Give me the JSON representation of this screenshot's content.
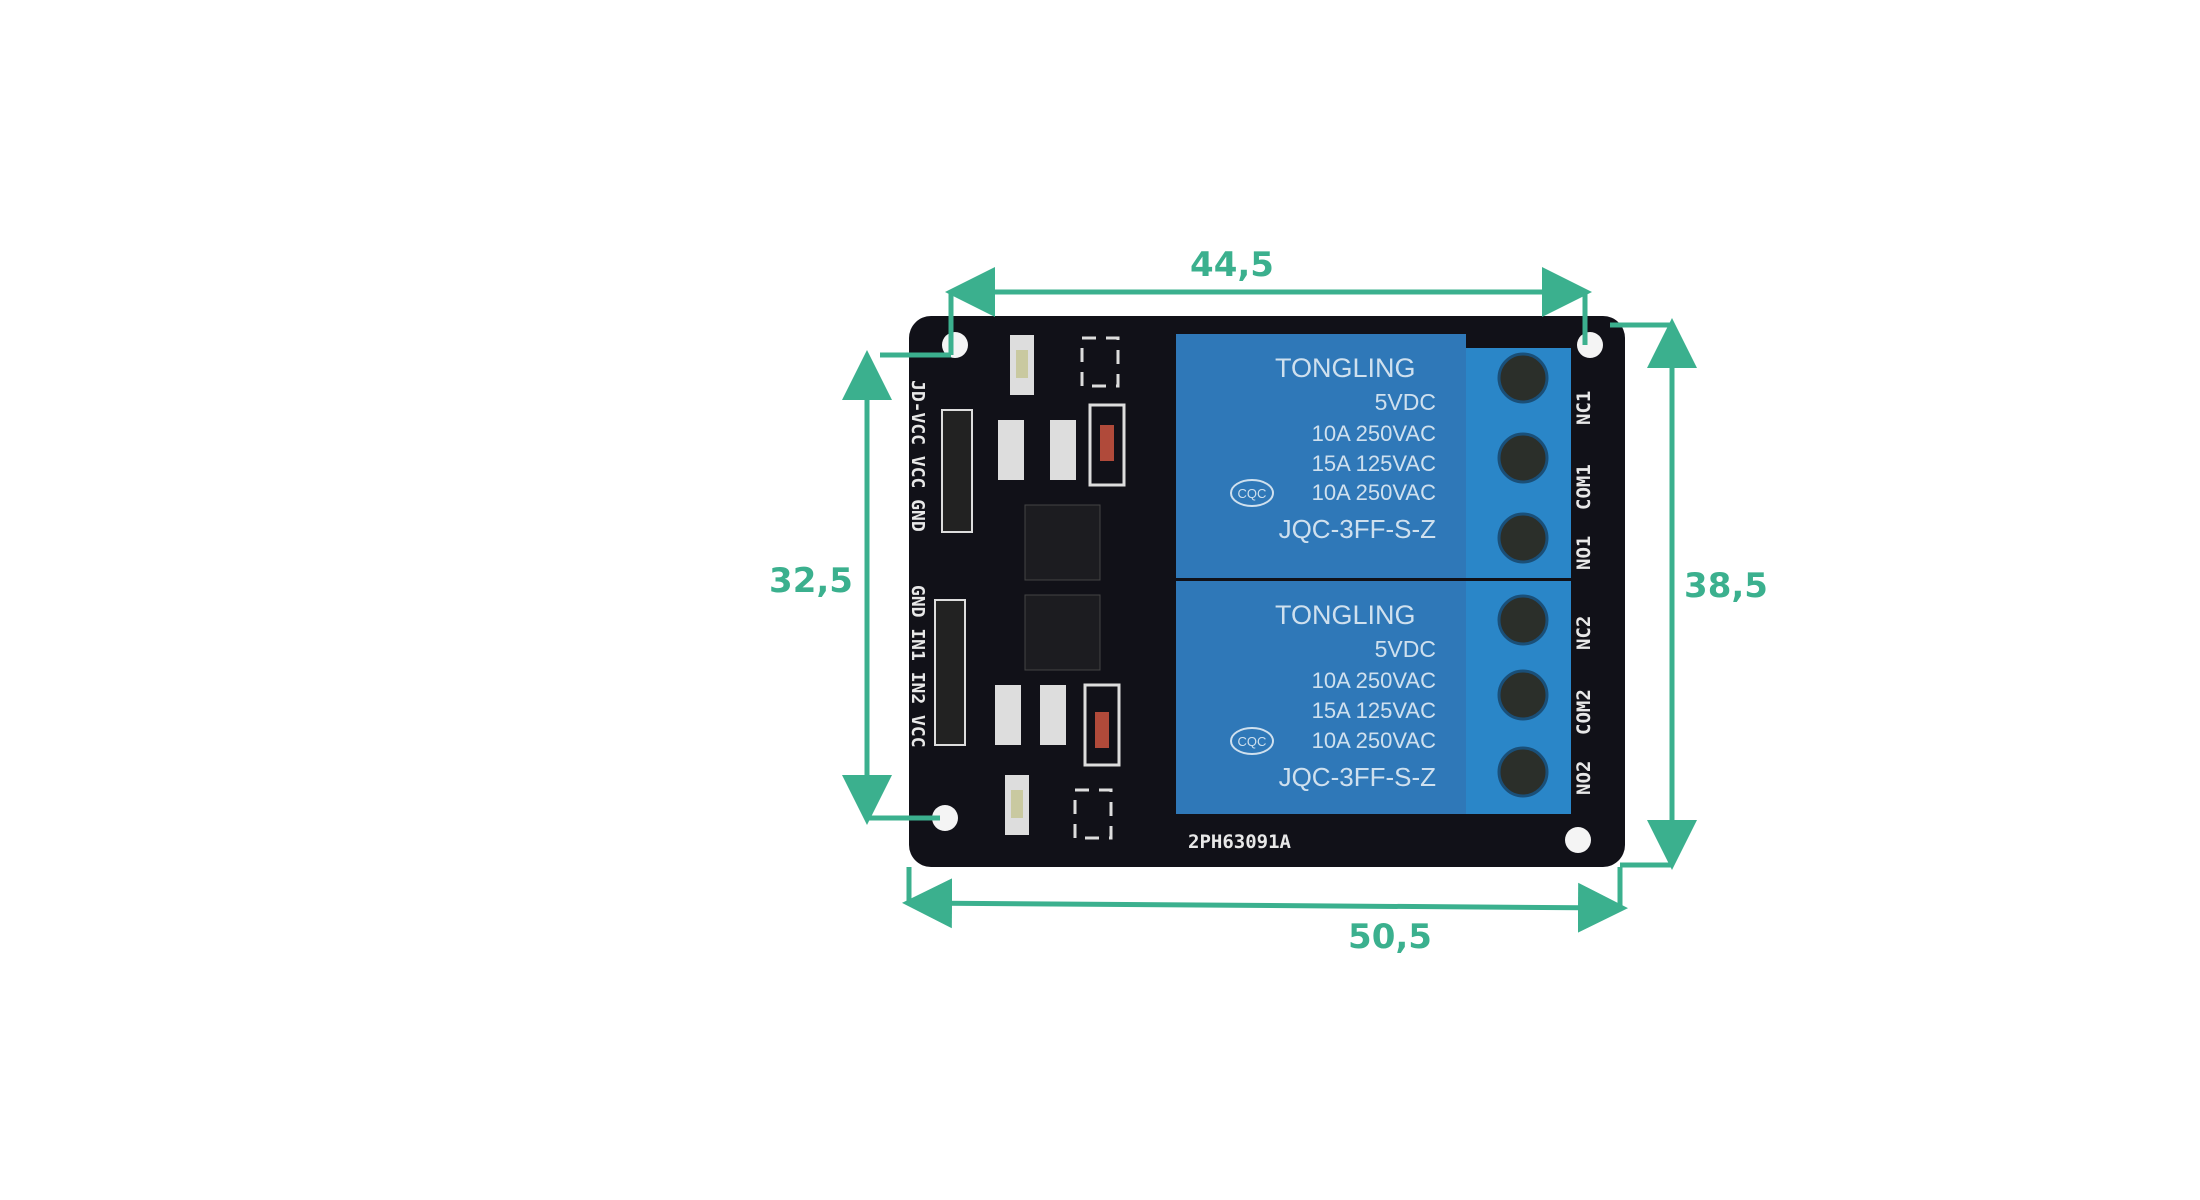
{
  "dimensions": {
    "hole_spacing_width": "44,5",
    "hole_spacing_height": "32,5",
    "board_height": "38,5",
    "board_width": "50,5"
  },
  "relays": [
    {
      "brand": "TONGLING",
      "voltage": "5VDC",
      "rating1": "10A 250VAC",
      "rating2": "15A 125VAC",
      "rating3": "10A 250VAC",
      "model": "JQC-3FF-S-Z",
      "cert": "CQC"
    },
    {
      "brand": "TONGLING",
      "voltage": "5VDC",
      "rating1": "10A 250VAC",
      "rating2": "15A 125VAC",
      "rating3": "10A 250VAC",
      "model": "JQC-3FF-S-Z",
      "cert": "CQC"
    }
  ],
  "terminals": [
    "NC1",
    "COM1",
    "NO1",
    "NC2",
    "COM2",
    "NO2"
  ],
  "header_labels": {
    "power": "JD-VCC VCC GND",
    "input": "GND IN1 IN2 VCC"
  },
  "board_code": "2PH63091A",
  "colors": {
    "dimension": "#3bb08e",
    "board": "#111118",
    "relay": "#2f78b8",
    "terminal": "#2a86c8"
  }
}
